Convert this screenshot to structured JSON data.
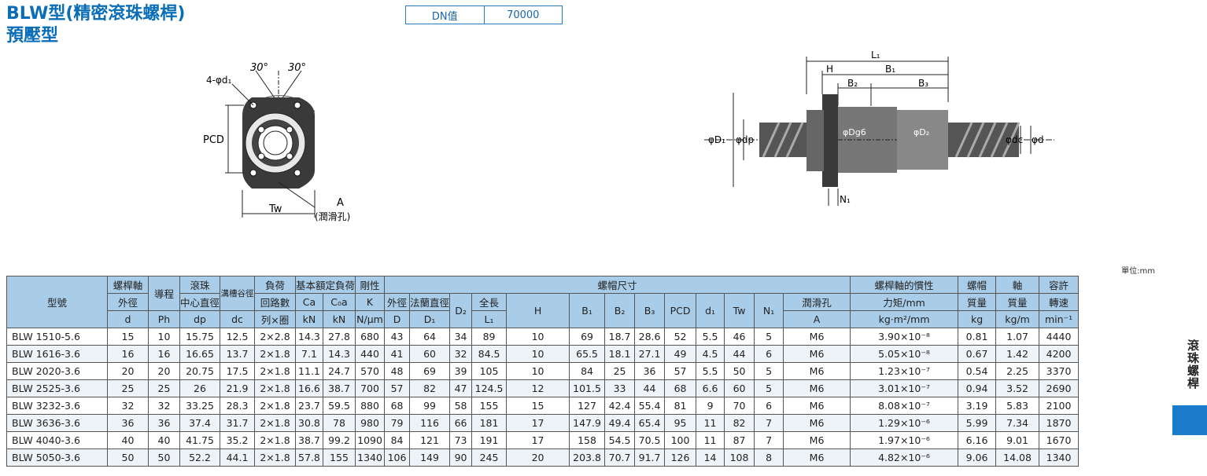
{
  "title": {
    "line1": "BLW型(精密滾珠螺桿)",
    "line2": "預壓型"
  },
  "dn": {
    "label": "DN值",
    "value": "70000"
  },
  "front_view": {
    "angle1": "30°",
    "angle2": "30°",
    "holes": "4-φd₁",
    "pcd": "PCD",
    "tw": "Tw",
    "a": "A",
    "lube": "(潤滑孔)"
  },
  "side_view": {
    "l1": "L₁",
    "h": "H",
    "b1": "B₁",
    "b2": "B₂",
    "b3": "B₃",
    "d1": "φD₁",
    "dp": "φdp",
    "dg6": "φDg6",
    "d2": "φD₂",
    "dc": "φdc",
    "d": "φd",
    "n1": "N₁"
  },
  "unit": "單位:mm",
  "header": {
    "model": "型號",
    "screw_od": [
      "螺桿軸",
      "外徑",
      "d"
    ],
    "lead": [
      "導程",
      "Ph"
    ],
    "ball_pcd": [
      "滾珠",
      "中心直徑",
      "dp"
    ],
    "root_d": [
      "溝槽谷徑",
      "dc"
    ],
    "circuits": [
      "負荷",
      "回路數",
      "列×圈"
    ],
    "rated": "基本額定負荷",
    "ca": [
      "Ca",
      "kN"
    ],
    "coa": [
      "C₀a",
      "kN"
    ],
    "rigidity": [
      "剛性",
      "K",
      "N/μm"
    ],
    "nut": "螺帽尺寸",
    "nut_od": [
      "外徑",
      "D"
    ],
    "flange": [
      "法蘭直徑",
      "D₁"
    ],
    "d2": "D₂",
    "len": [
      "全長",
      "L₁"
    ],
    "h": "H",
    "b1": "B₁",
    "b2": "B₂",
    "b3": "B₃",
    "pcd": "PCD",
    "d1": "d₁",
    "tw": "Tw",
    "n1": "N₁",
    "lube": [
      "潤滑孔",
      "A"
    ],
    "inertia": [
      "螺桿軸的慣性",
      "力矩/mm",
      "kg·m²/mm"
    ],
    "nut_mass": [
      "螺帽",
      "質量",
      "kg"
    ],
    "shaft_mass": [
      "軸",
      "質量",
      "kg/m"
    ],
    "speed": [
      "容許",
      "轉速",
      "min⁻¹"
    ]
  },
  "rows": [
    [
      "BLW 1510-5.6",
      "15",
      "10",
      "15.75",
      "12.5",
      "2×2.8",
      "14.3",
      "27.8",
      "680",
      "43",
      "64",
      "34",
      "89",
      "10",
      "69",
      "18.7",
      "28.6",
      "52",
      "5.5",
      "46",
      "5",
      "M6",
      "3.90×10⁻⁸",
      "0.81",
      "1.07",
      "4440"
    ],
    [
      "BLW 1616-3.6",
      "16",
      "16",
      "16.65",
      "13.7",
      "2×1.8",
      "7.1",
      "14.3",
      "440",
      "41",
      "60",
      "32",
      "84.5",
      "10",
      "65.5",
      "18.1",
      "27.1",
      "49",
      "4.5",
      "44",
      "6",
      "M6",
      "5.05×10⁻⁸",
      "0.67",
      "1.42",
      "4200"
    ],
    [
      "BLW 2020-3.6",
      "20",
      "20",
      "20.75",
      "17.5",
      "2×1.8",
      "11.1",
      "24.7",
      "570",
      "48",
      "69",
      "39",
      "105",
      "10",
      "84",
      "25",
      "36",
      "57",
      "5.5",
      "50",
      "5",
      "M6",
      "1.23×10⁻⁷",
      "0.54",
      "2.25",
      "3370"
    ],
    [
      "BLW 2525-3.6",
      "25",
      "25",
      "26",
      "21.9",
      "2×1.8",
      "16.6",
      "38.7",
      "700",
      "57",
      "82",
      "47",
      "124.5",
      "12",
      "101.5",
      "33",
      "44",
      "68",
      "6.6",
      "60",
      "5",
      "M6",
      "3.01×10⁻⁷",
      "0.94",
      "3.52",
      "2690"
    ],
    [
      "BLW 3232-3.6",
      "32",
      "32",
      "33.25",
      "28.3",
      "2×1.8",
      "23.7",
      "59.5",
      "880",
      "68",
      "99",
      "58",
      "155",
      "15",
      "127",
      "42.4",
      "55.4",
      "81",
      "9",
      "70",
      "6",
      "M6",
      "8.08×10⁻⁷",
      "3.19",
      "5.83",
      "2100"
    ],
    [
      "BLW 3636-3.6",
      "36",
      "36",
      "37.4",
      "31.7",
      "2×1.8",
      "30.8",
      "78",
      "980",
      "79",
      "116",
      "66",
      "181",
      "17",
      "147.9",
      "49.4",
      "65.4",
      "95",
      "11",
      "82",
      "7",
      "M6",
      "1.29×10⁻⁶",
      "5.99",
      "7.34",
      "1870"
    ],
    [
      "BLW 4040-3.6",
      "40",
      "40",
      "41.75",
      "35.2",
      "2×1.8",
      "38.7",
      "99.2",
      "1090",
      "84",
      "121",
      "73",
      "191",
      "17",
      "158",
      "54.5",
      "70.5",
      "100",
      "11",
      "87",
      "7",
      "M6",
      "1.97×10⁻⁶",
      "6.16",
      "9.01",
      "1670"
    ],
    [
      "BLW 5050-3.6",
      "50",
      "50",
      "52.2",
      "44.1",
      "2×1.8",
      "57.8",
      "155",
      "1340",
      "106",
      "149",
      "90",
      "245",
      "20",
      "203.8",
      "70.7",
      "91.7",
      "126",
      "14",
      "108",
      "8",
      "M6",
      "4.82×10⁻⁶",
      "9.06",
      "14.08",
      "1340"
    ]
  ],
  "side_label": "滾珠螺桿",
  "colors": {
    "accent": "#0a6db8",
    "header_bg": "#a9cde8",
    "tab": "#1b7ccc"
  }
}
